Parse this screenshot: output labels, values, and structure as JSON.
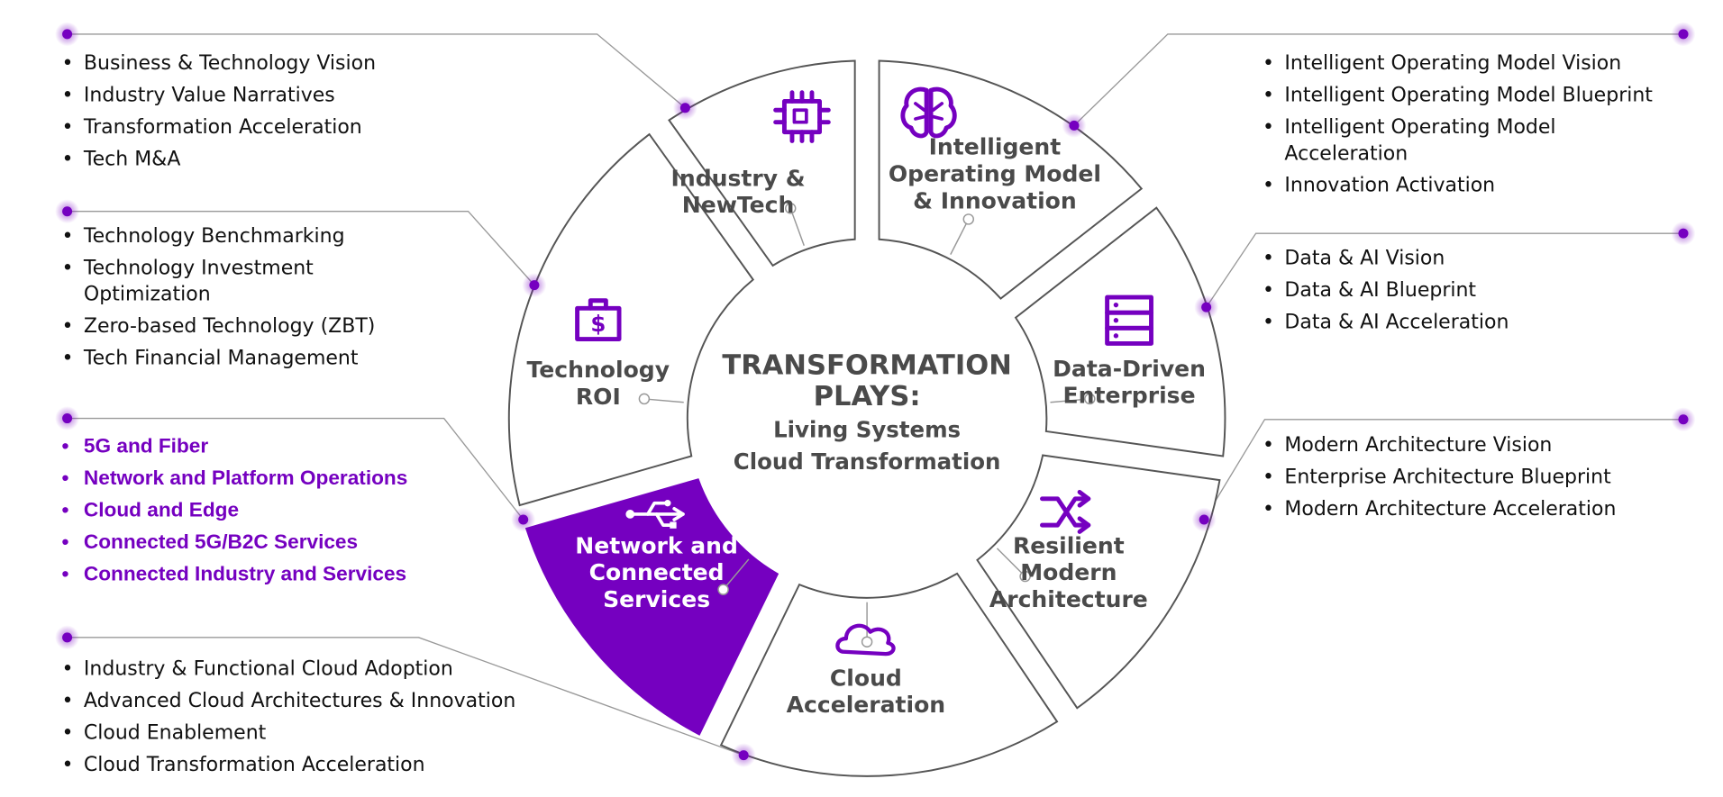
{
  "colors": {
    "accent": "#7500c0",
    "text": "#4a4a4a",
    "outline": "#555555",
    "connector": "#999999"
  },
  "center": {
    "title_line1": "TRANSFORMATION",
    "title_line2": "PLAYS:",
    "subtitle_line1": "Living Systems",
    "subtitle_line2": "Cloud Transformation"
  },
  "segments": [
    {
      "label_lines": [
        "Industry &",
        "NewTech"
      ],
      "icon": "chip-icon",
      "highlighted": false
    },
    {
      "label_lines": [
        "Intelligent",
        "Operating Model",
        "& Innovation"
      ],
      "icon": "brain-icon",
      "highlighted": false
    },
    {
      "label_lines": [
        "Data-Driven",
        "Enterprise"
      ],
      "icon": "server-icon",
      "highlighted": false
    },
    {
      "label_lines": [
        "Resilient",
        "Modern",
        "Architecture"
      ],
      "icon": "shuffle-arrows-icon",
      "highlighted": false
    },
    {
      "label_lines": [
        "Cloud",
        "Acceleration"
      ],
      "icon": "cloud-icon",
      "highlighted": false
    },
    {
      "label_lines": [
        "Network and",
        "Connected",
        "Services"
      ],
      "icon": "usb-icon",
      "highlighted": true
    },
    {
      "label_lines": [
        "Technology",
        "ROI"
      ],
      "icon": "briefcase-dollar-icon",
      "highlighted": false
    }
  ],
  "lists": {
    "industry_newtech": [
      "Business & Technology Vision",
      "Industry Value Narratives",
      "Transformation Acceleration",
      "Tech M&A"
    ],
    "technology_roi": [
      "Technology Benchmarking",
      "Technology Investment Optimization",
      "Zero-based Technology (ZBT)",
      "Tech Financial Management"
    ],
    "network_connected": [
      "5G and Fiber",
      "Network and Platform Operations",
      "Cloud and Edge",
      "Connected 5G/B2C Services",
      "Connected Industry and Services"
    ],
    "cloud_acceleration": [
      "Industry & Functional Cloud Adoption",
      "Advanced Cloud Architectures & Innovation",
      "Cloud Enablement",
      "Cloud Transformation Acceleration"
    ],
    "intelligent_operating": [
      "Intelligent Operating Model Vision",
      "Intelligent Operating Model Blueprint",
      "Intelligent Operating Model Acceleration",
      "Innovation Activation"
    ],
    "data_driven": [
      "Data & AI Vision",
      "Data & AI Blueprint",
      "Data & AI  Acceleration"
    ],
    "resilient_architecture": [
      "Modern Architecture Vision",
      "Enterprise Architecture Blueprint",
      "Modern Architecture Acceleration"
    ]
  }
}
